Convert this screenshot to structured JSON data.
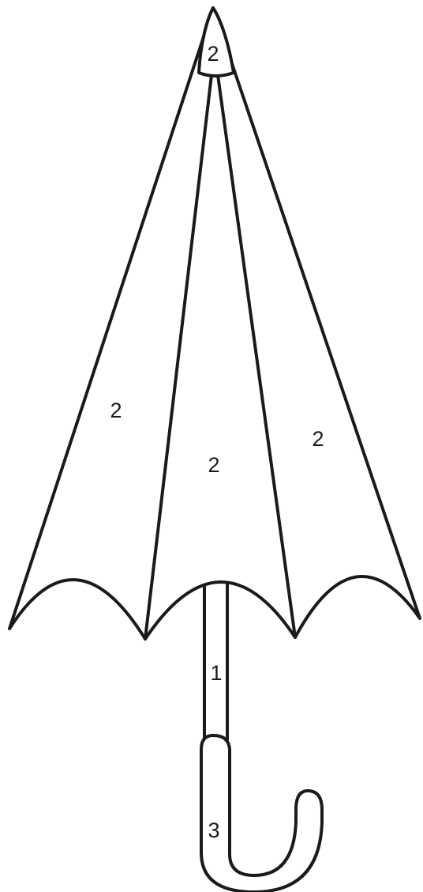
{
  "labels": {
    "tip": "2",
    "panel_left": "2",
    "panel_center": "2",
    "panel_right": "2",
    "shaft": "1",
    "handle": "3"
  }
}
